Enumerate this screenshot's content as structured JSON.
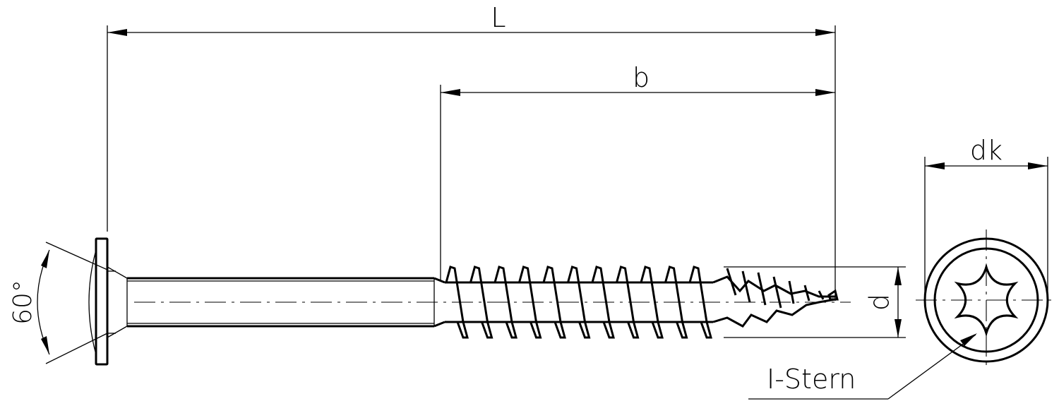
{
  "labels": {
    "length": "L",
    "thread_length": "b",
    "head_diameter": "dk",
    "diameter": "d",
    "angle": "60°",
    "drive": "I-Stern"
  }
}
